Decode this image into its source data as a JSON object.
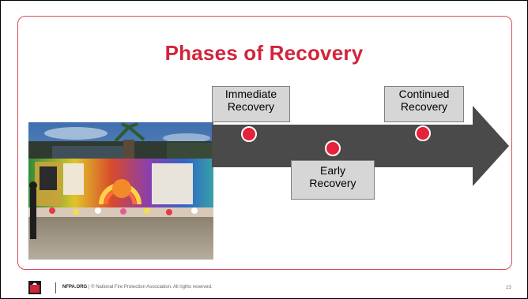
{
  "slide": {
    "title": "Phases of Recovery",
    "page_number": "23"
  },
  "phases": [
    {
      "line1": "Immediate",
      "line2": "Recovery"
    },
    {
      "line1": "Early",
      "line2": "Recovery"
    },
    {
      "line1": "Continued",
      "line2": "Recovery"
    }
  ],
  "footer": {
    "org": "NFPA.ORG",
    "separator": " | ",
    "copyright": "© National Fire Protection Association.  All rights reserved."
  },
  "colors": {
    "accent": "#d2243a",
    "arrow": "#4a4a4a",
    "marker": "#e4223c",
    "box": "#d6d6d6"
  },
  "icons": {
    "logo": "nfpa-logo-icon",
    "marker": "timeline-marker-icon"
  }
}
